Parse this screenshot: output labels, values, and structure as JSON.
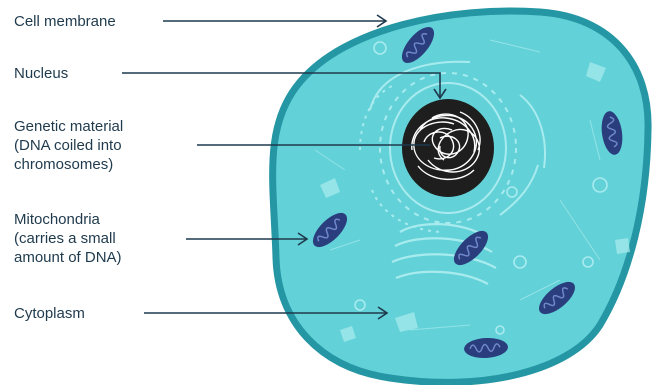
{
  "diagram": {
    "labels": {
      "cell_membrane": {
        "lines": [
          "Cell membrane"
        ]
      },
      "nucleus": {
        "lines": [
          "Nucleus"
        ]
      },
      "genetic_material": {
        "lines": [
          "Genetic material",
          "(DNA coiled into",
          "chromosomes)"
        ]
      },
      "mitochondria": {
        "lines": [
          "Mitochondria",
          "(carries a small",
          "amount of DNA)"
        ]
      },
      "cytoplasm": {
        "lines": [
          "Cytoplasm"
        ]
      }
    },
    "colors": {
      "cytoplasm": "#62d2d8",
      "membrane": "#2596a3",
      "organelle_outline": "#a8ebef",
      "nucleus": "#1e1e1e",
      "dna": "#ffffff",
      "mitochondria": "#2a3e7e",
      "text": "#1f3a4d",
      "arrow": "#1f3a4d"
    }
  }
}
